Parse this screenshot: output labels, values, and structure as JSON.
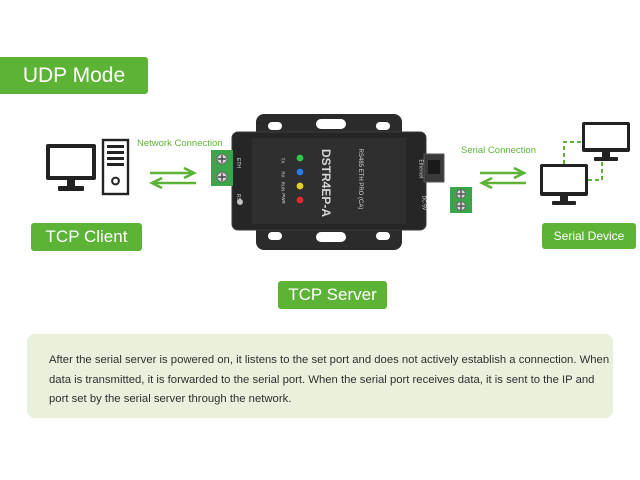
{
  "mode_title": "UDP Mode",
  "labels": {
    "network_connection": "Network Connection",
    "serial_connection": "Serial Connection",
    "tcp_client": "TCP Client",
    "tcp_server": "TCP Server",
    "serial_device": "Serial Device"
  },
  "device": {
    "model": "DSTR4EP-A",
    "submodel": "RS485 ETH PRO (CA)",
    "port_label_left": "ETH",
    "port_label_left_bottom": "RST",
    "port_label_right": "Ethernet",
    "power_label": "DC 5V",
    "plus": "+",
    "minus": "−",
    "led_labels": [
      "PWR",
      "RUN",
      "RX",
      "TX"
    ]
  },
  "description": "After the serial server is powered on, it listens to the set port and does not actively establish a connection. When data is transmitted, it is forwarded to the serial port. When the serial port receives data, it is sent to the IP and port set by the serial server through the network.",
  "colors": {
    "brand_green": "#5db336",
    "panel_bg": "#e9f1dc",
    "device_body": "#2b2b2b",
    "terminal_green": "#3aa54a",
    "led_green": "#2ec84a",
    "led_blue": "#2a7be4",
    "led_yellow": "#e6d12a",
    "led_red": "#e0282a"
  },
  "icons": [
    "desktop-pc-icon",
    "monitor-icon",
    "double-arrow-icon",
    "dashed-connector-icon"
  ]
}
